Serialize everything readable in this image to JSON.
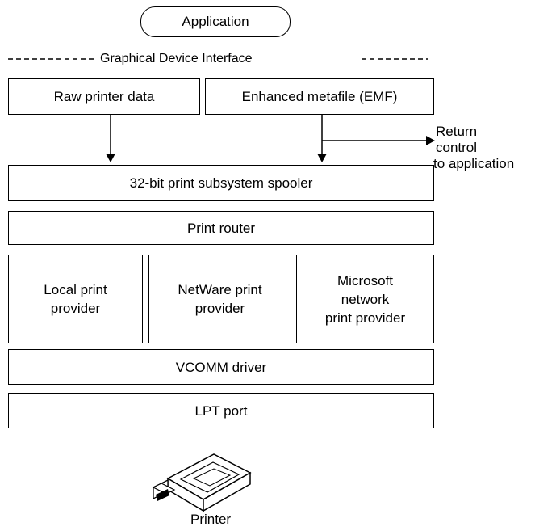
{
  "diagram": {
    "application": "Application",
    "gdi_label": "Graphical Device Interface",
    "raw_printer_data": "Raw printer data",
    "enhanced_metafile": "Enhanced metafile (EMF)",
    "return_control": {
      "line1": "Return",
      "line2": "control",
      "line3": "to application"
    },
    "spooler": "32-bit print subsystem spooler",
    "print_router": "Print router",
    "providers": {
      "local": [
        "Local print",
        "provider"
      ],
      "netware": [
        "NetWare print",
        "provider"
      ],
      "microsoft": [
        "Microsoft",
        "network",
        "print provider"
      ]
    },
    "vcomm_driver": "VCOMM driver",
    "lpt_port": "LPT port",
    "printer_label": "Printer"
  }
}
